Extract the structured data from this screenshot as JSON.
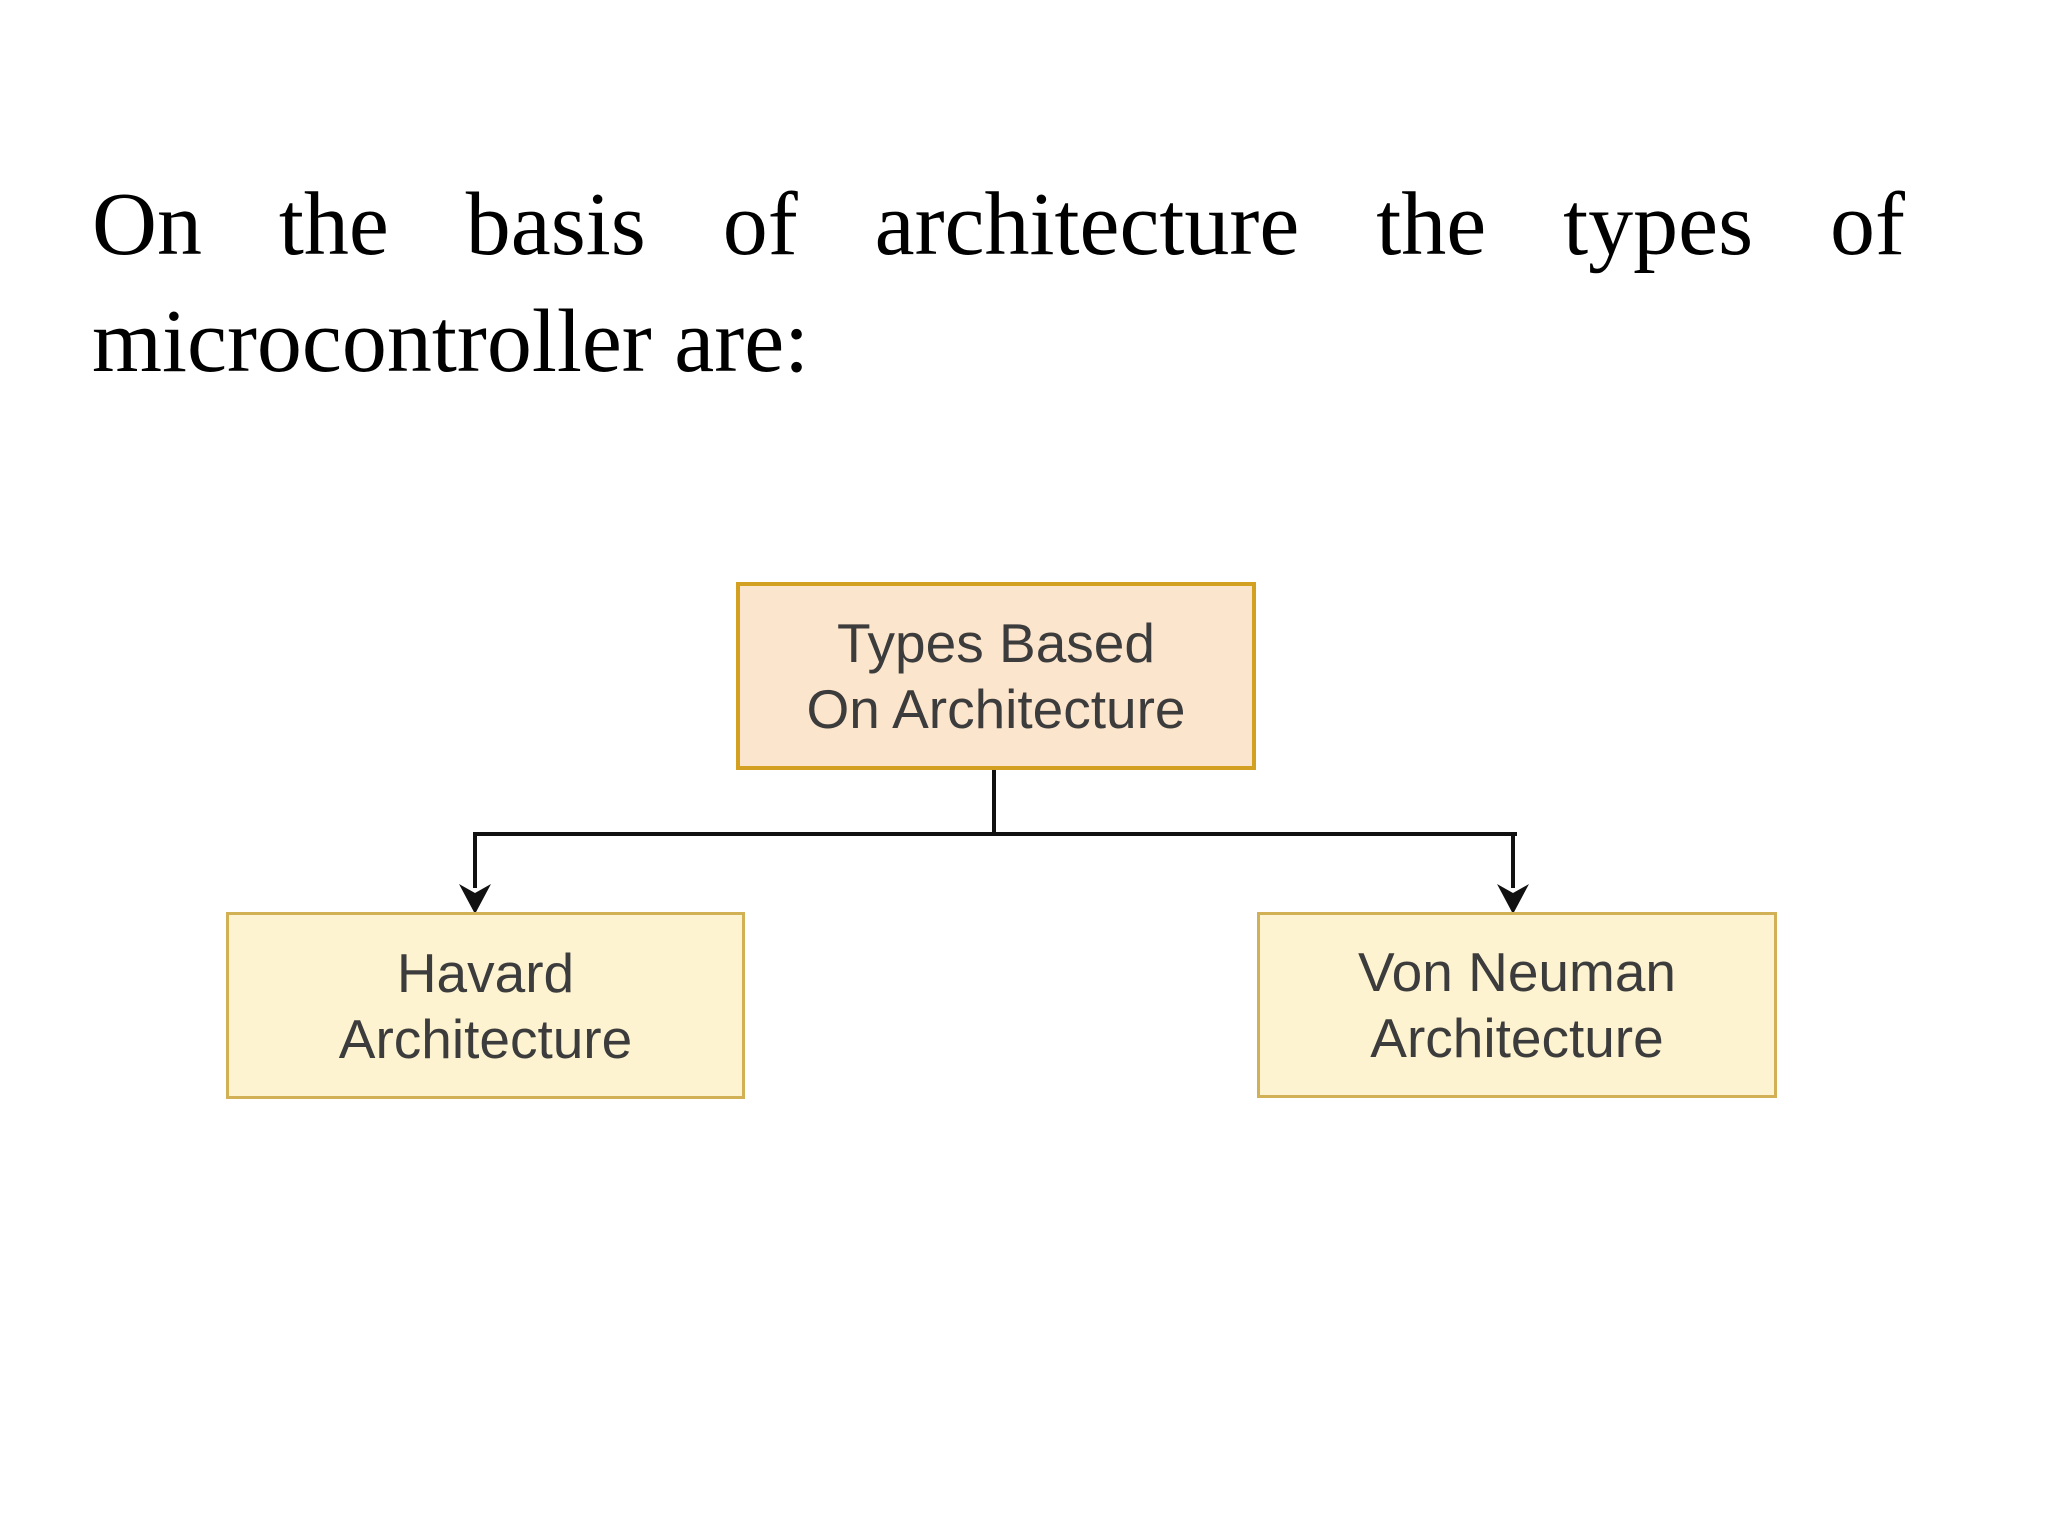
{
  "slide": {
    "title": "On the basis of architecture the types of microcontroller are:",
    "diagram": {
      "type": "hierarchy",
      "root": {
        "label": "Types Based\nOn Architecture",
        "fill": "#FCE5CD",
        "border": "#D3A021"
      },
      "children": [
        {
          "label": "Havard\nArchitecture",
          "fill": "#FDF3D0",
          "border": "#D2B156"
        },
        {
          "label": "Von Neuman\nArchitecture",
          "fill": "#FDF3D0",
          "border": "#D2B156"
        }
      ],
      "connector_color": "#111111",
      "text_color": "#3C3C3C"
    },
    "background": "#FFFFFF",
    "title_color": "#000000"
  }
}
